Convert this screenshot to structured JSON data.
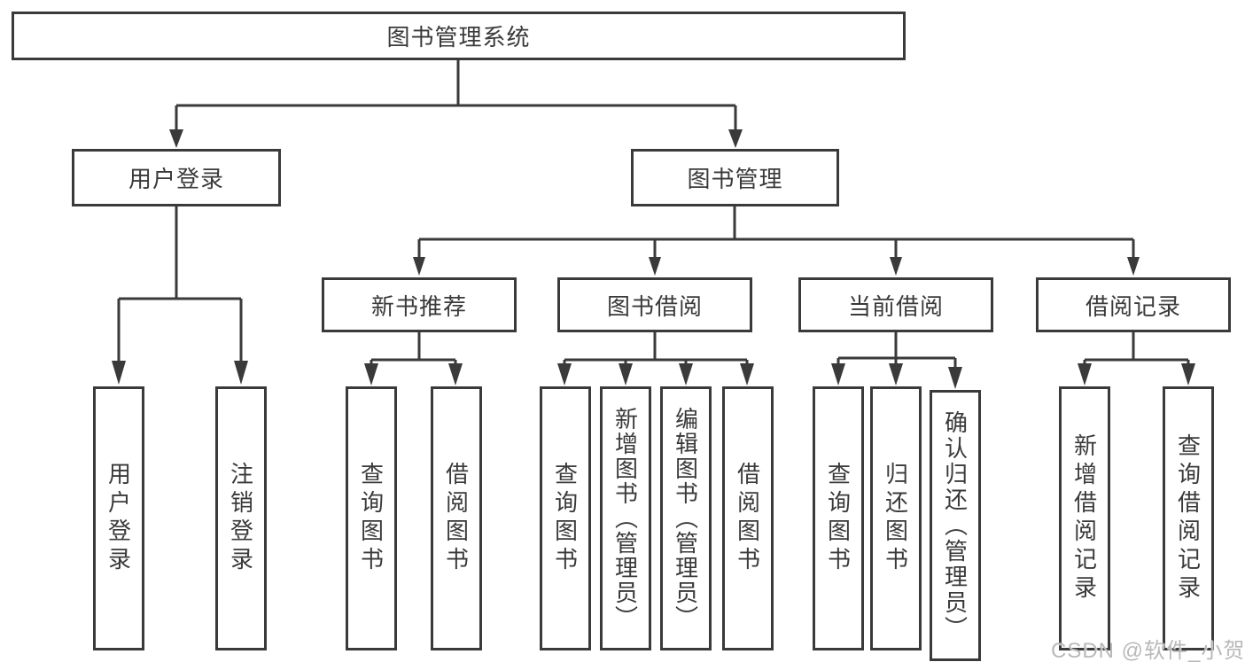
{
  "colors": {
    "line": "#3a3a3a",
    "text": "#3a3a3a",
    "box_fill": "#ffffff",
    "watermark": "#b9b9b9",
    "background": "#ffffff"
  },
  "root": {
    "label": "图书管理系统"
  },
  "level2": [
    {
      "id": "user-login",
      "label": "用户登录"
    },
    {
      "id": "book-management",
      "label": "图书管理"
    }
  ],
  "level3": [
    {
      "id": "new-book-recommend",
      "label": "新书推荐",
      "parent": "图书管理"
    },
    {
      "id": "book-borrowing",
      "label": "图书借阅",
      "parent": "图书管理"
    },
    {
      "id": "current-borrowing",
      "label": "当前借阅",
      "parent": "图书管理"
    },
    {
      "id": "borrowing-records",
      "label": "借阅记录",
      "parent": "图书管理"
    }
  ],
  "leaves": [
    {
      "id": "leaf-user-login",
      "label": "用户登录",
      "parent": "用户登录"
    },
    {
      "id": "leaf-logout",
      "label": "注销登录",
      "parent": "用户登录"
    },
    {
      "id": "leaf-query-books-recommend",
      "label": "查询图书",
      "parent": "新书推荐"
    },
    {
      "id": "leaf-borrow-books-recommend",
      "label": "借阅图书",
      "parent": "新书推荐"
    },
    {
      "id": "leaf-query-books-borrowing",
      "label": "查询图书",
      "parent": "图书借阅"
    },
    {
      "id": "leaf-add-books-admin",
      "label": "新增图书（管理员）",
      "parent": "图书借阅"
    },
    {
      "id": "leaf-edit-books-admin",
      "label": "编辑图书（管理员）",
      "parent": "图书借阅"
    },
    {
      "id": "leaf-borrow-books-borrowing",
      "label": "借阅图书",
      "parent": "图书借阅"
    },
    {
      "id": "leaf-query-books-current",
      "label": "查询图书",
      "parent": "当前借阅"
    },
    {
      "id": "leaf-return-books",
      "label": "归还图书",
      "parent": "当前借阅"
    },
    {
      "id": "leaf-confirm-return-admin",
      "label": "确认归还（管理员）",
      "parent": "当前借阅"
    },
    {
      "id": "leaf-add-borrow-record",
      "label": "新增借阅记录",
      "parent": "借阅记录"
    },
    {
      "id": "leaf-query-borrow-record",
      "label": "查询借阅记录",
      "parent": "借阅记录"
    }
  ],
  "watermark": {
    "text": "CSDN @软件_小贺同学"
  }
}
